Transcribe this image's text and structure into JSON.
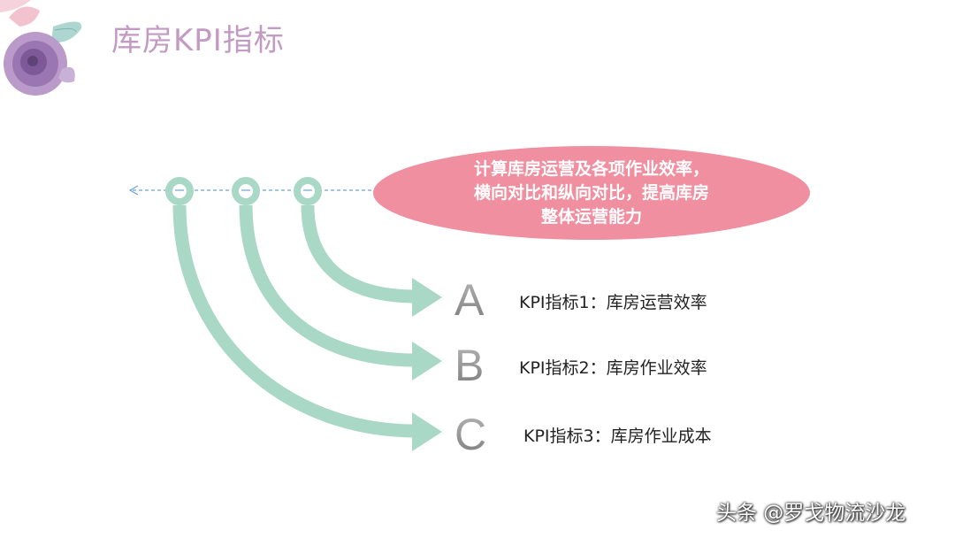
{
  "title": "库房KPI指标",
  "summary": "计算库房运营及各项作业效率，\n横向对比和纵向对比，提高库房\n整体运营能力",
  "items": [
    {
      "letter": "A",
      "label": "KPI指标1：库房运营效率"
    },
    {
      "letter": "B",
      "label": "KPI指标2：库房作业效率"
    },
    {
      "letter": "C",
      "label": "KPI指标3：库房作业成本"
    }
  ],
  "watermark": "头条 @罗戈物流沙龙",
  "colors": {
    "title": "#c39ac3",
    "ellipse": "#ef8fa0",
    "arrow": "#a9d8c7",
    "timeline": "#6aa3d6"
  }
}
